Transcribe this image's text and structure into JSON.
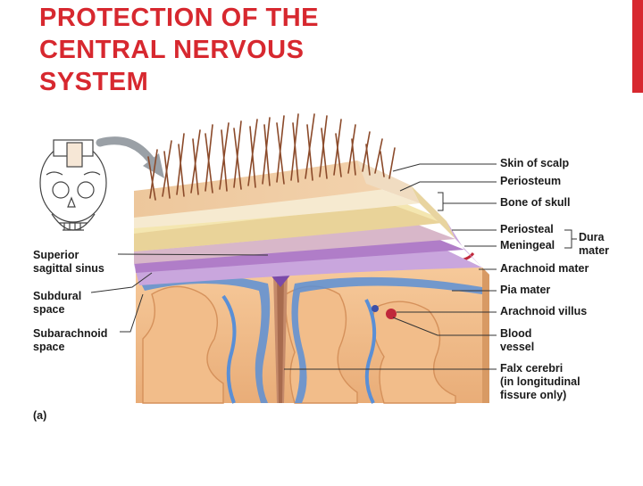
{
  "slide": {
    "title_lines": [
      "PROTECTION OF THE",
      "CENTRAL NERVOUS",
      "SYSTEM"
    ],
    "accent_color": "#d7282f"
  },
  "figure": {
    "panel_label": "(a)",
    "labels": {
      "skin_of_scalp": "Skin of scalp",
      "periosteum": "Periosteum",
      "bone_of_skull": "Bone of skull",
      "periosteal": "Periosteal",
      "meningeal": "Meningeal",
      "dura_mater": [
        "Dura",
        "mater"
      ],
      "arachnoid_mater": "Arachnoid mater",
      "pia_mater": "Pia mater",
      "arachnoid_villus": "Arachnoid villus",
      "blood_vessel": [
        "Blood",
        "vessel"
      ],
      "falx_cerebri": [
        "Falx cerebri",
        "(in longitudinal",
        "fissure only)"
      ],
      "superior_sagittal_sinus": [
        "Superior",
        "sagittal sinus"
      ],
      "subdural_space": [
        "Subdural",
        "space"
      ],
      "subarachnoid_space": [
        "Subarachnoid",
        "space"
      ]
    }
  }
}
